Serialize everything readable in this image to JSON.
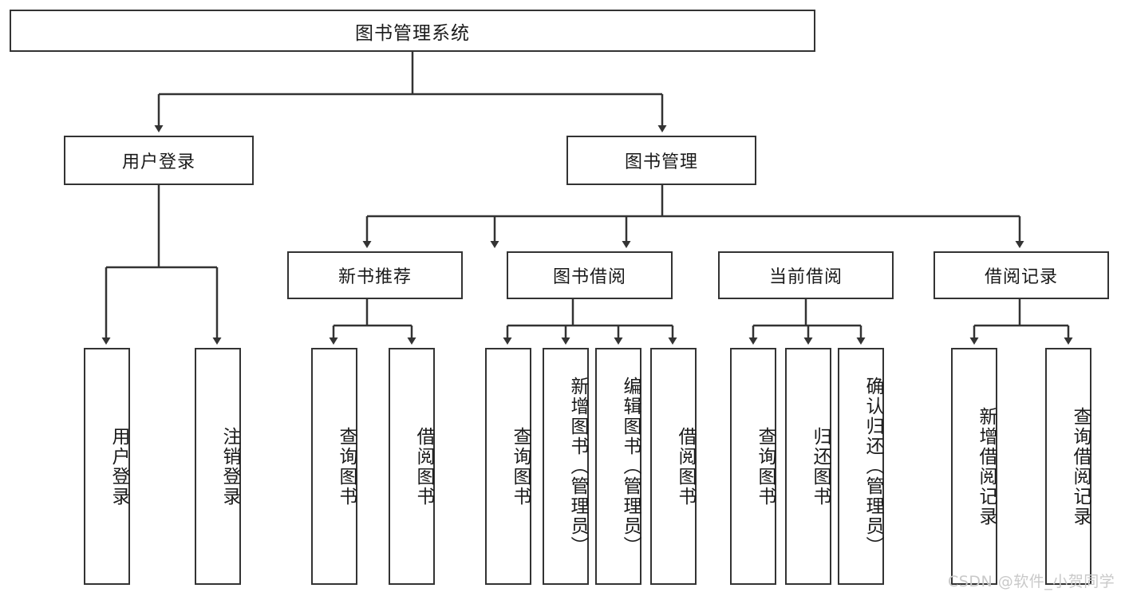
{
  "diagram": {
    "title": "图书管理系统",
    "type": "hierarchy-tree",
    "root": {
      "label": "图书管理系统"
    },
    "level2": [
      {
        "label": "用户登录"
      },
      {
        "label": "图书管理"
      }
    ],
    "level3": [
      {
        "label": "新书推荐"
      },
      {
        "label": "图书借阅"
      },
      {
        "label": "当前借阅"
      },
      {
        "label": "借阅记录"
      }
    ],
    "leaves": {
      "user_login": [
        {
          "label": "用户登录"
        },
        {
          "label": "注销登录"
        }
      ],
      "new_book_recommend": [
        {
          "label": "查询图书"
        },
        {
          "label": "借阅图书"
        }
      ],
      "book_borrow": [
        {
          "label": "查询图书"
        },
        {
          "label": "新增图书（管理员）"
        },
        {
          "label": "编辑图书（管理员）"
        },
        {
          "label": "借阅图书"
        }
      ],
      "current_borrow": [
        {
          "label": "查询图书"
        },
        {
          "label": "归还图书"
        },
        {
          "label": "确认归还（管理员）"
        }
      ],
      "borrow_record": [
        {
          "label": "新增借阅记录"
        },
        {
          "label": "查询借阅记录"
        }
      ]
    }
  },
  "watermark": {
    "text": "CSDN @软件_小贺同学"
  },
  "colors": {
    "stroke": "#333333",
    "background": "#ffffff",
    "text": "#1a1a1a",
    "watermark": "#c9c9c9"
  }
}
